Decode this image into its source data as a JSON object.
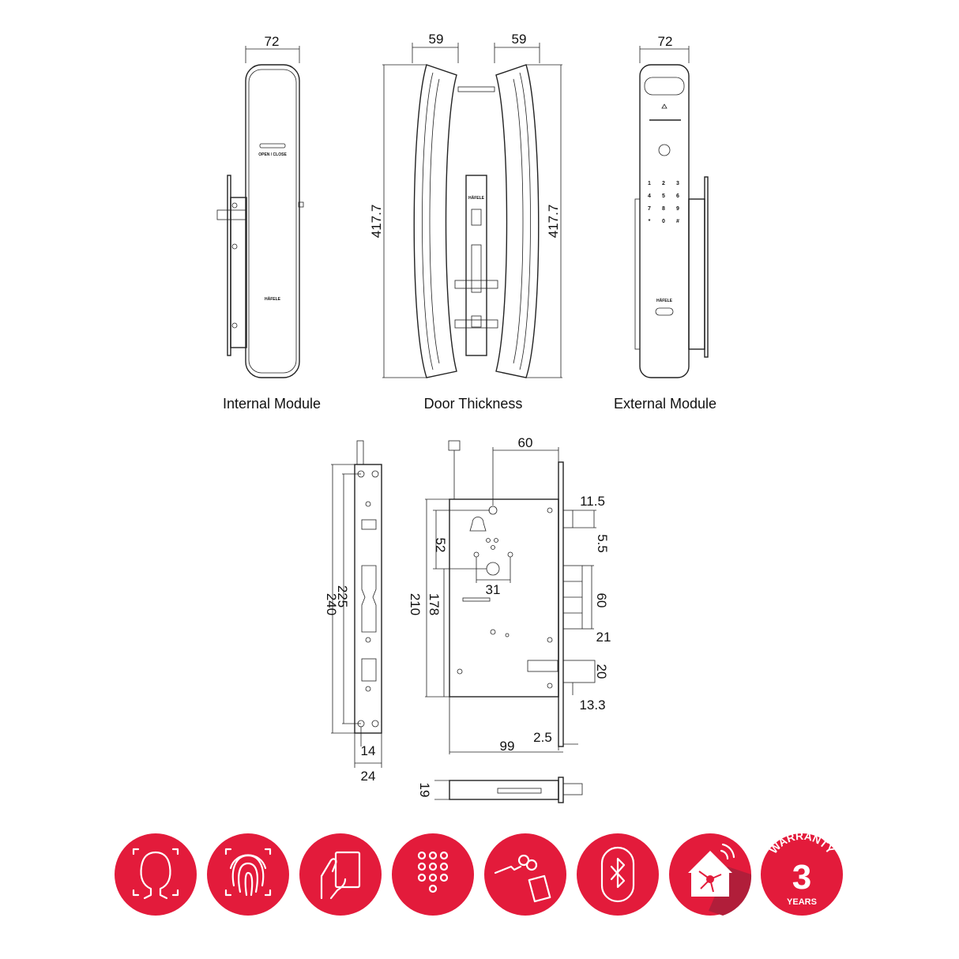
{
  "views": {
    "internal": {
      "label": "Internal Module",
      "width": "72",
      "button_label": "OPEN / CLOSE",
      "brand": "HÄFELE"
    },
    "door": {
      "label": "Door Thickness",
      "left_width": "59",
      "right_width": "59",
      "height_left": "417.7",
      "height_right": "417.7",
      "plate_brand": "HÄFELE"
    },
    "external": {
      "label": "External Module",
      "width": "72",
      "brand": "HÄFELE",
      "keys": [
        "1",
        "2",
        "3",
        "4",
        "5",
        "6",
        "7",
        "8",
        "9",
        "*",
        "0",
        "#"
      ]
    }
  },
  "mortise": {
    "side_dims": {
      "overall": "240",
      "holes": "225",
      "edge": "14",
      "width": "24"
    },
    "front_dims": {
      "top": "60",
      "latch_proj": "11.5",
      "latch_h": "5.5",
      "spindle": "52",
      "cyl": "31",
      "body_h": "210",
      "cyl_to_bottom": "178",
      "bolt_h": "60",
      "bolt_proj": "21",
      "deadbolt_h": "20",
      "deadbolt_proj": "13.3",
      "plate_t": "2.5",
      "depth": "99"
    },
    "bottom_dims": {
      "thickness": "19"
    }
  },
  "features": [
    {
      "name": "face-recognition",
      "icon": "face-scan-icon"
    },
    {
      "name": "fingerprint",
      "icon": "fingerprint-icon"
    },
    {
      "name": "card",
      "icon": "card-icon"
    },
    {
      "name": "keypad",
      "icon": "keypad-icon"
    },
    {
      "name": "mechanical-key",
      "icon": "key-icon"
    },
    {
      "name": "bluetooth",
      "icon": "bluetooth-icon"
    },
    {
      "name": "smart-home",
      "icon": "smart-home-icon"
    },
    {
      "name": "warranty",
      "icon": "warranty-icon",
      "top": "WARRANTY",
      "number": "3",
      "bottom": "YEARS"
    }
  ],
  "colors": {
    "accent": "#e31b3b",
    "line": "#222222"
  }
}
